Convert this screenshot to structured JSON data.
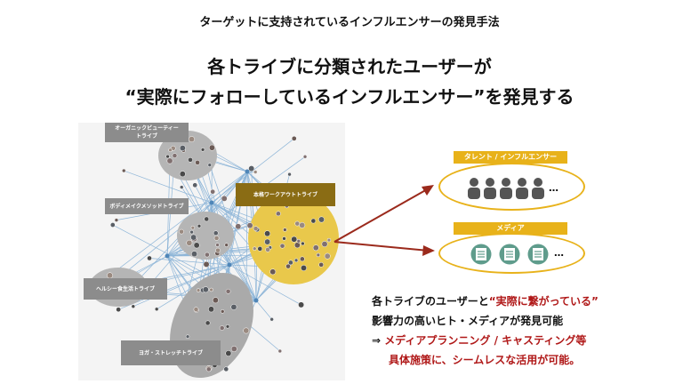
{
  "subtitle": "ターゲットに支持されているインフルエンサーの発見手法",
  "headline_line1": "各トライブに分類されたユーザーが",
  "headline_line2": "“実際にフォローしているインフルエンサー”を発見する",
  "tribes": {
    "organic_beauty": "オーガニックビューティー\nトライブ",
    "body_make": "ボディメイクメソッドトライブ",
    "workout": "本格ワークアウトトライブ",
    "healthy_life": "ヘルシー食生活トライブ",
    "yoga": "ヨガ・ストレッチトライブ"
  },
  "targets": {
    "talent_label": "タレント / インフルエンサー",
    "talent_ellipsis": "…",
    "media_label": "メディア",
    "media_ellipsis": "…"
  },
  "description": {
    "line1_prefix": "各トライブのユーザーと",
    "line1_highlight": "“実際に繋がっている”",
    "line2": "影響力の高いヒト・メディアが発見可能",
    "line3_arrow": "⇒ ",
    "line3_highlight": "メディアプランニング / キャスティング等",
    "line4": "具体施策に、シームレスな活用が可能。"
  },
  "colors": {
    "accent_yellow": "#e8b21a",
    "tribe_gray": "#8c8c8c",
    "workout_label": "#8a6c14",
    "arrow_red": "#9b2a1c",
    "highlight_red": "#b01818",
    "media_icon": "#5f9c8c",
    "person_icon": "#555555"
  },
  "icons": {
    "person": "person-icon",
    "media": "document-icon"
  }
}
